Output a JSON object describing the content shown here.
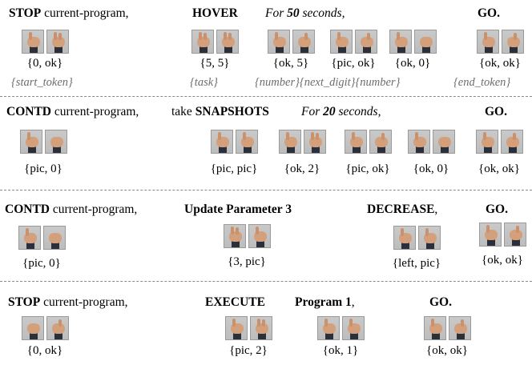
{
  "rows": [
    {
      "cmd": "STOP",
      "cmd_rest": " current-program,",
      "action": "HOVER",
      "for_pre": "For ",
      "for_num": "50",
      "for_post": " seconds,",
      "go": "GO.",
      "labels": [
        "{0, ok}",
        "{5, 5}",
        "{ok, 5}",
        "{pic, ok}",
        "{ok, 0}",
        "{ok, ok}"
      ],
      "tokens": [
        "{start_token}",
        "{task}",
        "{number}{next_digit}{number}",
        "{end_token}"
      ]
    },
    {
      "cmd": "CONTD",
      "cmd_rest": " current-program,",
      "action_pre": "take ",
      "action": "SNAPSHOTS",
      "for_pre": "For ",
      "for_num": "20",
      "for_post": " seconds,",
      "go": "GO.",
      "labels": [
        "{pic, 0}",
        "{pic, pic}",
        "{ok, 2}",
        "{pic, ok}",
        "{ok, 0}",
        "{ok, ok}"
      ]
    },
    {
      "cmd": "CONTD",
      "cmd_rest": " current-program,",
      "action": "Update Parameter 3",
      "action2": "DECREASE",
      "action2_rest": ",",
      "go": "GO.",
      "labels": [
        "{pic, 0}",
        "{3, pic}",
        "{left, pic}",
        "{ok, ok}"
      ]
    },
    {
      "cmd": "STOP",
      "cmd_rest": " current-program,",
      "action": "EXECUTE",
      "program": "Program",
      "program_num": "1",
      "program_rest": ",",
      "go": "GO.",
      "labels": [
        "{0, ok}",
        "{pic, 2}",
        "{ok, 1}",
        "{ok, ok}"
      ]
    }
  ]
}
